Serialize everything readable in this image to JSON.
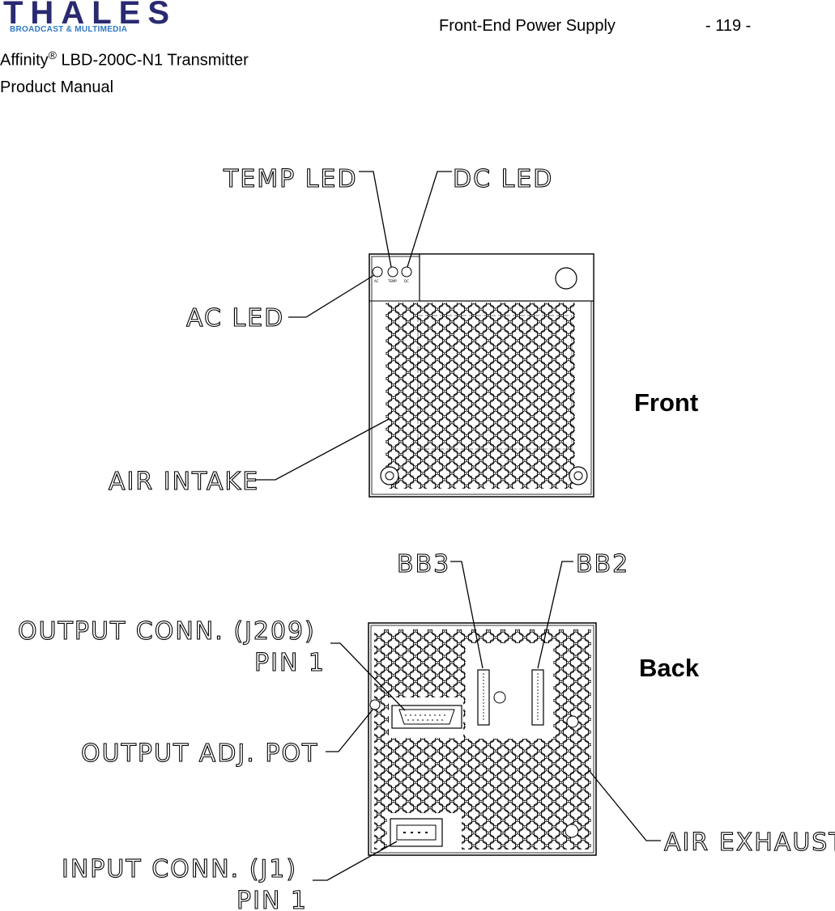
{
  "header": {
    "logo_text": "THALES",
    "logo_subtitle": "BROADCAST & MULTIMEDIA",
    "section_title": "Front-End Power Supply",
    "page_number": "- 119 -",
    "product_prefix": "Affinity",
    "product_mark": "®",
    "product_suffix": " LBD-200C-N1 Transmitter",
    "manual_title": "Product Manual",
    "brand_color": "#2a2a72",
    "accent_color": "#2f78c4"
  },
  "front_view": {
    "label": "Front",
    "callouts": {
      "temp_led": "TEMP LED",
      "dc_led": "DC LED",
      "ac_led": "AC LED",
      "air_intake": "AIR INTAKE"
    },
    "led_labels": {
      "ac": "AC",
      "temp": "TEMP",
      "dc": "DC"
    }
  },
  "back_view": {
    "label": "Back",
    "callouts": {
      "bb3": "BB3",
      "bb2": "BB2",
      "output_conn": "OUTPUT CONN. (J209)",
      "output_conn_pin": "PIN 1",
      "output_adj_pot": "OUTPUT ADJ. POT",
      "air_exhaust": "AIR EXHAUST",
      "input_conn": "INPUT CONN. (J1)",
      "input_conn_pin": "PIN 1"
    }
  }
}
